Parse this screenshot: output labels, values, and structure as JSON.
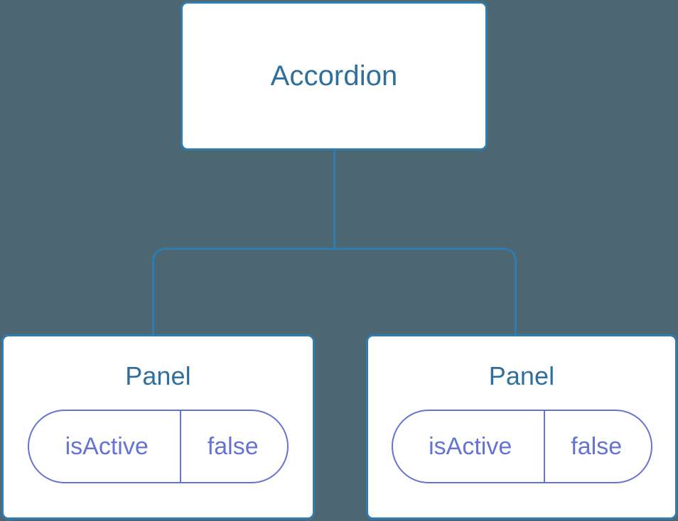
{
  "diagram": {
    "type": "component-tree",
    "background_color": "#4c6771",
    "edge_color": "#2e7cb0",
    "node_border_color": "#2e7cb0",
    "node_fill_color": "#ffffff",
    "node_title_color": "#2f6f9e",
    "prop_color": "#6573d6",
    "root": {
      "label": "Accordion"
    },
    "children": [
      {
        "label": "Panel",
        "props": [
          {
            "key": "isActive",
            "value": "false"
          }
        ]
      },
      {
        "label": "Panel",
        "props": [
          {
            "key": "isActive",
            "value": "false"
          }
        ]
      }
    ]
  }
}
